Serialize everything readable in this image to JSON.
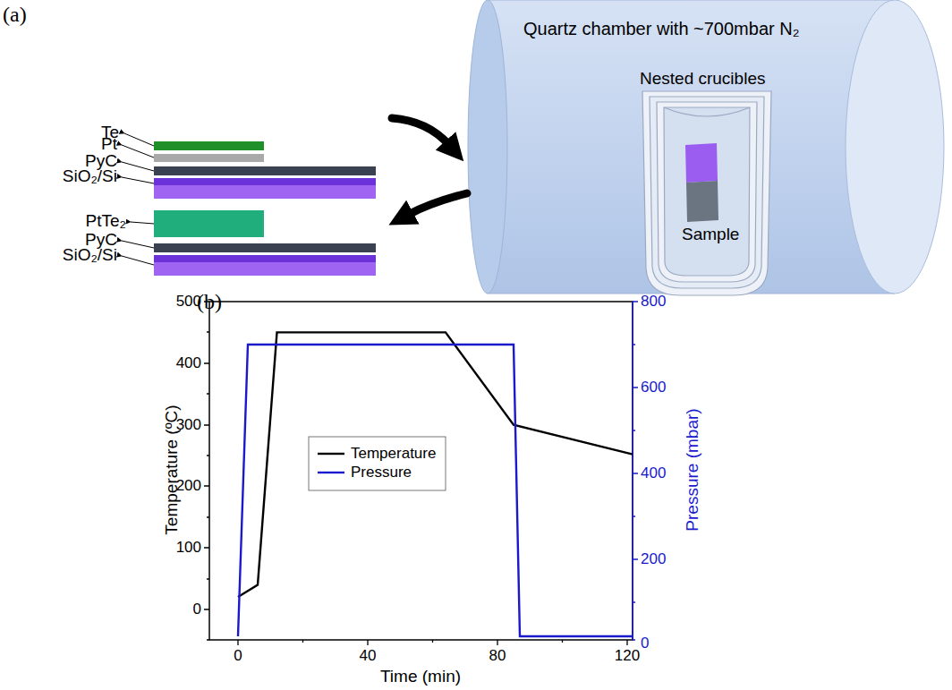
{
  "diagram": {
    "labels": [
      "(a)",
      "Te",
      "Pt",
      "PyC",
      "SiO₂/Si",
      "PtTe₂",
      "PyC",
      "SiO₂/Si",
      "Quartz chamber with ~700mbar N₂",
      "Nested crucibles",
      "Sample",
      "(b)",
      "500",
      "400",
      "300",
      "200",
      "100",
      "0",
      "800",
      "600",
      "400",
      "200",
      "0",
      "0",
      "40",
      "80",
      "120",
      "Temperature (ºC)",
      "Pressure (mbar)",
      "Time (min)"
    ],
    "legend": [
      {
        "text": "Temperature"
      },
      {
        "text": "Pressure"
      }
    ]
  }
}
